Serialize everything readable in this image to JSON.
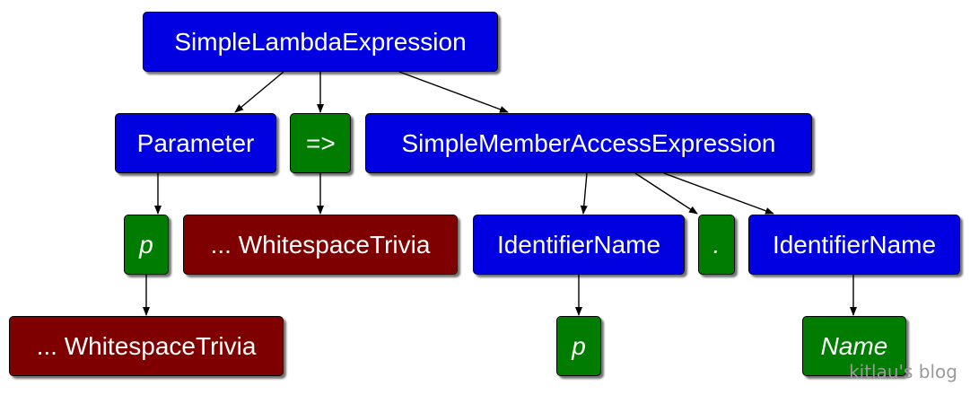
{
  "nodes": {
    "root": "SimpleLambdaExpression",
    "parameter": "Parameter",
    "arrow_token": "=>",
    "member_access": "SimpleMemberAccessExpression",
    "p_token": "p",
    "arrow_trivia": "... WhitespaceTrivia",
    "identifier_left": "IdentifierName",
    "dot_token": ".",
    "identifier_right": "IdentifierName",
    "p_trivia": "... WhitespaceTrivia",
    "p_identifier_token": "p",
    "name_token": "Name"
  },
  "colors": {
    "syntax_node": "#0000e0",
    "token": "#007d00",
    "trivia": "#7f0000"
  },
  "watermark": "kitlau's blog"
}
